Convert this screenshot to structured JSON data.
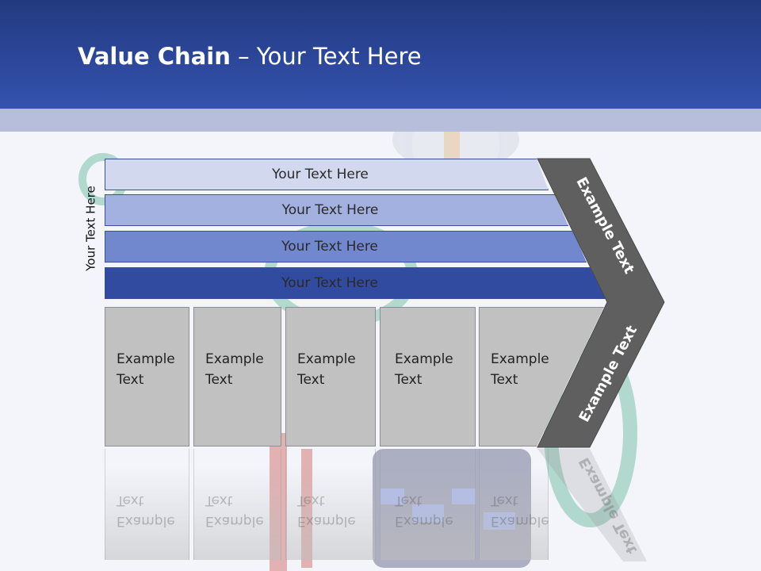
{
  "slide": {
    "title_bold": "Value Chain",
    "title_rest": " – Your Text Here",
    "side_label": "Your Text Here"
  },
  "bands": [
    {
      "label": "Your Text Here",
      "color": "#d2d9ef"
    },
    {
      "label": "Your Text Here",
      "color": "#a2b1e0"
    },
    {
      "label": "Your Text Here",
      "color": "#7188cf"
    },
    {
      "label": "Your Text Here",
      "color": "#304b9f"
    }
  ],
  "boxes": [
    {
      "line1": "Example",
      "line2": "Text"
    },
    {
      "line1": "Example",
      "line2": "Text"
    },
    {
      "line1": "Example",
      "line2": "Text"
    },
    {
      "line1": "Example",
      "line2": "Text"
    },
    {
      "line1": "Example",
      "line2": "Text"
    }
  ],
  "chevron": {
    "upper_label": "Example Text",
    "lower_label": "Example Text",
    "color": "#5f5f5f"
  },
  "colors": {
    "header": "#2c479a",
    "box_fill": "#c1c1c1"
  }
}
